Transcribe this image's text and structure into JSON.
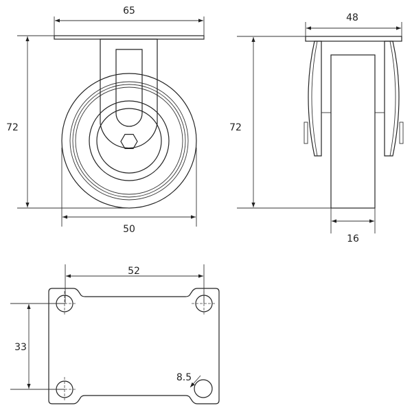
{
  "title": "Fixed caster dimension drawing",
  "front_view": {
    "plate_width": "65",
    "height": "72",
    "wheel_diameter": "50"
  },
  "side_view": {
    "plate_depth": "48",
    "height": "72",
    "wheel_width": "16"
  },
  "top_plate_view": {
    "hole_spacing_x": "52",
    "hole_spacing_y": "33",
    "hole_diameter": "8.5"
  },
  "colors": {
    "line": "#222222",
    "background": "#ffffff"
  }
}
